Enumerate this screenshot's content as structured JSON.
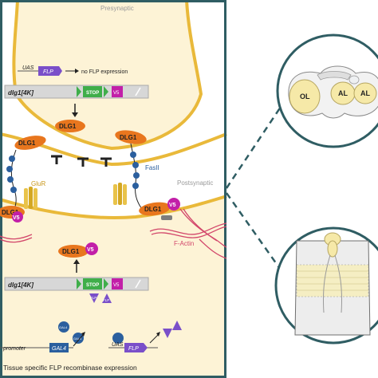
{
  "synapse": {
    "presynaptic_label": "Presynaptic",
    "postsynaptic_label": "Postsynaptic",
    "uas_top": "UAS",
    "flp_top": "FLP",
    "no_flp_text": "no FLP expression",
    "gene_top": "dlg1[4K]",
    "stop_top": "STOP",
    "v5_top": "V5",
    "dlg1_a": "DLG1",
    "dlg1_b": "DLG1",
    "dlg1_c": "DLG1",
    "dlg1_d": "DLG1",
    "dlg1_e": "DLG1",
    "fasii": "FasII",
    "glur": "GluR",
    "v5_a": "V5",
    "v5_b": "V5",
    "v5_c": "V5",
    "factin": "F-Actin",
    "gene_bottom": "dlg1[4K]",
    "stop_bottom": "STOP",
    "v5_bottom": "V5",
    "flp_small_1": "FLP",
    "flp_small_2": "FLP",
    "gal4_a": "GAL4",
    "gal4_b": "GAL4",
    "promoter": "promoter",
    "gal4_box": "GAL4",
    "uas_bottom": "UAS",
    "flp_bottom": "FLP",
    "footer": "Tissue specific FLP recombinase expression"
  },
  "brain": {
    "ol": "OL",
    "al_left": "AL",
    "al_right": "AL"
  },
  "colors": {
    "frame": "#2f5d63",
    "membrane": "#e9b93a",
    "cytoplasm": "#fdf3d6",
    "dlg1": "#e8761e",
    "v5": "#c21fa8",
    "flp": "#7a4fc9",
    "actin": "#d2466a",
    "fasii": "#2b5f9e",
    "stop": "#3fae4a",
    "dashes": "#2f5d63"
  }
}
